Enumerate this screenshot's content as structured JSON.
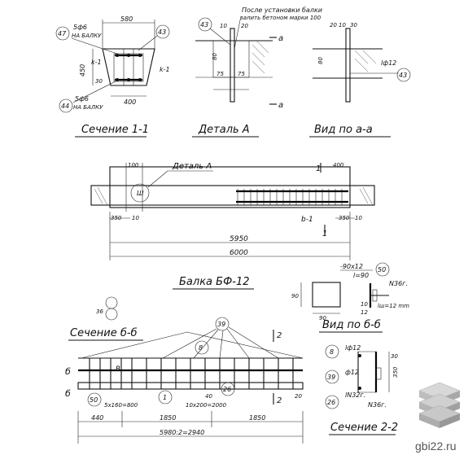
{
  "section11": {
    "title": "Сечение 1-1",
    "top_width": "580",
    "bottom_width": "400",
    "height": "450",
    "dim_30": "30",
    "rebar_top": "5ф6",
    "rebar_top_note": "НА БАЛКУ",
    "rebar_bottom": "5ф6",
    "rebar_bottom_note": "НА БАЛКУ",
    "marker_47": "47",
    "marker_43": "43",
    "marker_44": "44",
    "label_k_left": "k-1",
    "label_k_right": "k-1"
  },
  "detailA": {
    "title": "Деталь А",
    "note_line1": "После установки балки",
    "note_line2": "залить бетоном марки 100",
    "marker_43": "43",
    "dim_75a": "75",
    "dim_75b": "75",
    "dim_20": "20",
    "dim_10": "10",
    "dim_80": "80",
    "section_a_top": "а",
    "section_a_bottom": "а"
  },
  "viewAA": {
    "title": "Вид по а-а",
    "dim_80": "80",
    "dim_10": "10",
    "dim_30": "30",
    "dim_20": "20",
    "rebar": "lф12",
    "marker_43": "43"
  },
  "beam": {
    "detail_label": "Деталь А",
    "section_label_1a": "1",
    "section_label_1b": "1",
    "section_b_label": "b-1",
    "dim_100": "100",
    "dim_400": "400",
    "dim_350_left": "350",
    "dim_350_right": "350",
    "dim_10a": "10",
    "dim_10b": "10",
    "dim_5950": "5950",
    "dim_6000": "6000",
    "title": "Балка БФ-12"
  },
  "viewBB": {
    "title": "Вид по б-б",
    "plate_size": "-90х12",
    "plate_l": "l=90",
    "marker_50": "50",
    "anchor": "N36г.",
    "dim_90a": "90",
    "dim_90b": "90",
    "dim_10": "10",
    "dim_12": "12",
    "weld": "lш=12 mm"
  },
  "sectionBB": {
    "title": "Сечение б-б",
    "marker_39": "39",
    "marker_8": "8",
    "marker_26": "26",
    "marker_1": "1",
    "marker_50": "50",
    "dim_36": "36",
    "left_label": "б",
    "left_label_bottom": "б",
    "dim_5x160": "5х160=800",
    "dim_10x200": "10х200=2000",
    "dim_40": "40",
    "dim_20": "20",
    "dim_440": "440",
    "dim_1850a": "1850",
    "dim_1850b": "1850",
    "dim_total": "5980:2=2940",
    "section_2a": "2",
    "section_2b": "2",
    "section_v": "в"
  },
  "section22": {
    "title": "Сечение 2-2",
    "marker_8": "8",
    "marker_39": "39",
    "marker_26": "26",
    "rebar_top": "lф12",
    "rebar_mid": "ф12",
    "anchor_a": "lN32г.",
    "anchor_b": "N36г.",
    "dim_350": "350",
    "dim_30": "30"
  },
  "watermark": {
    "site": "gbi22.ru"
  }
}
